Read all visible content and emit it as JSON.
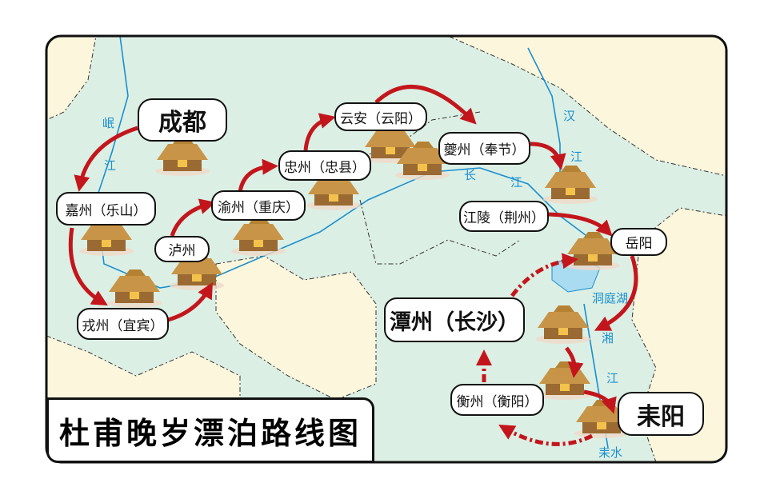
{
  "title": "杜甫晚岁漂泊路线图",
  "colors": {
    "route": "#c3161c",
    "water": "#dcefe4",
    "land": "#fbf6dc",
    "river": "#1a8fcf",
    "frame": "#111111"
  },
  "places": [
    {
      "name": "成都"
    },
    {
      "name": "嘉州（乐山）"
    },
    {
      "name": "泸州"
    },
    {
      "name": "戎州（宜宾）"
    },
    {
      "name": "渝州（重庆）"
    },
    {
      "name": "忠州（忠县）"
    },
    {
      "name": "云安（云阳）"
    },
    {
      "name": "夔州（奉节）"
    },
    {
      "name": "江陵（荆州）"
    },
    {
      "name": "岳阳"
    },
    {
      "name": "潭州（长沙）"
    },
    {
      "name": "衡州（衡阳）"
    },
    {
      "name": "耒阳"
    }
  ],
  "rivers": [
    "岷",
    "江",
    "长",
    "江",
    "汉",
    "江",
    "洞庭湖",
    "湘",
    "江",
    "耒水"
  ],
  "icons": {
    "stop_marker": "thatched-hut-icon",
    "route": "red-arrow"
  }
}
